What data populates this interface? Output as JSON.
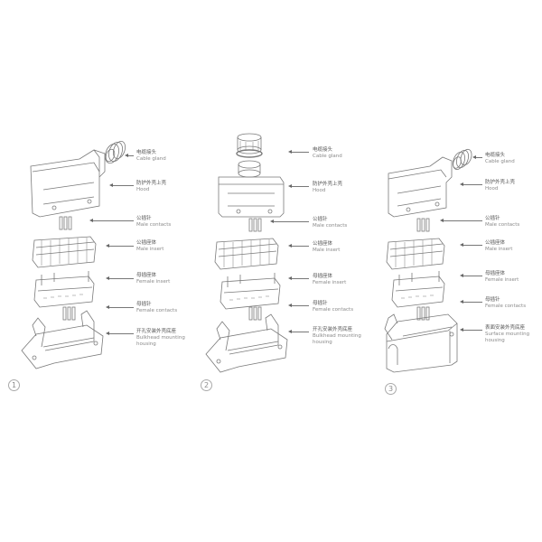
{
  "diagram": {
    "title": "",
    "panels": [
      {
        "number": "1",
        "labels": [
          {
            "zh": "电缆接头",
            "en": "Cable gland"
          },
          {
            "zh": "防护外壳上壳",
            "en": "Hood"
          },
          {
            "zh": "公插针",
            "en": "Male contacts"
          },
          {
            "zh": "公插座体",
            "en": "Male insert"
          },
          {
            "zh": "母插座体",
            "en": "Female insert"
          },
          {
            "zh": "母插针",
            "en": "Female contacts"
          },
          {
            "zh": "开孔安装外壳底座",
            "en": "Bulkhead mounting",
            "en2": "housing"
          }
        ]
      },
      {
        "number": "2",
        "labels": [
          {
            "zh": "电缆接头",
            "en": "Cable gland"
          },
          {
            "zh": "防护外壳上壳",
            "en": "Hood"
          },
          {
            "zh": "公插针",
            "en": "Male contacts"
          },
          {
            "zh": "公插座体",
            "en": "Male insert"
          },
          {
            "zh": "母插座体",
            "en": "Female insert"
          },
          {
            "zh": "母插针",
            "en": "Female contacts"
          },
          {
            "zh": "开孔安装外壳底座",
            "en": "Bulkhead mounting",
            "en2": "housing"
          }
        ]
      },
      {
        "number": "3",
        "labels": [
          {
            "zh": "电缆接头",
            "en": "Cable gland"
          },
          {
            "zh": "防护外壳上壳",
            "en": "Hood"
          },
          {
            "zh": "公插针",
            "en": "Male contacts"
          },
          {
            "zh": "公插座体",
            "en": "Male insert"
          },
          {
            "zh": "母插座体",
            "en": "Female insert"
          },
          {
            "zh": "母插针",
            "en": "Female contacts"
          },
          {
            "zh": "表面安装外壳底座",
            "en": "Surface mounting",
            "en2": "housing"
          }
        ]
      }
    ],
    "components": [
      "cable-gland",
      "hood",
      "male-contacts",
      "male-insert",
      "female-insert",
      "female-contacts",
      "base-housing"
    ],
    "line_color": "#7a7a7a"
  }
}
